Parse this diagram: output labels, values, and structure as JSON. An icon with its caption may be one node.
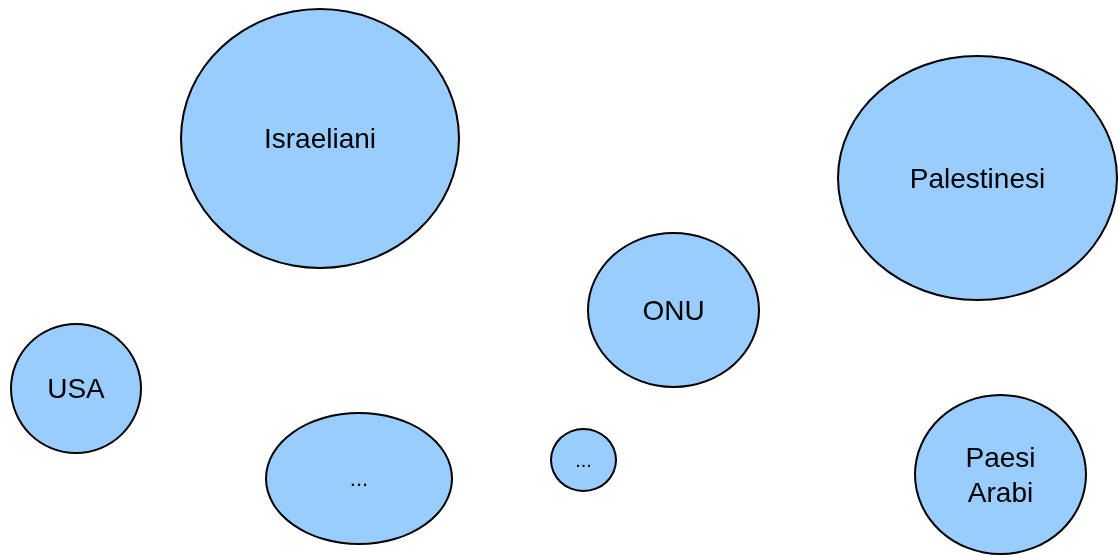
{
  "diagram": {
    "nodes": [
      {
        "text": [
          "Israeliani"
        ]
      },
      {
        "text": [
          "Palestinesi"
        ]
      },
      {
        "text": [
          "ONU"
        ]
      },
      {
        "text": [
          "USA"
        ]
      },
      {
        "text": [
          "..."
        ]
      },
      {
        "text": [
          "..."
        ]
      },
      {
        "text": [
          "Paesi Arabi"
        ]
      }
    ]
  }
}
